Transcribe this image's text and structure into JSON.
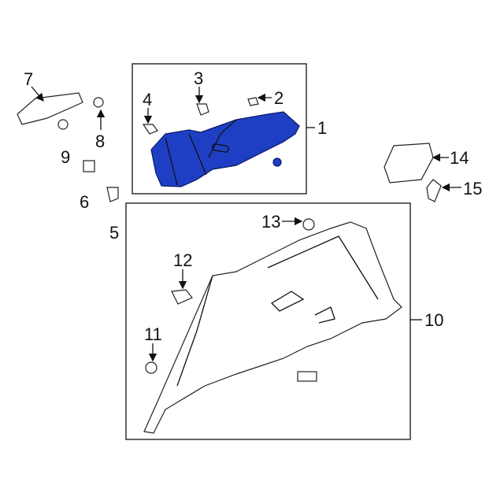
{
  "diagram": {
    "callouts": [
      "1",
      "2",
      "3",
      "4",
      "5",
      "6",
      "7",
      "8",
      "9",
      "10",
      "11",
      "12",
      "13",
      "14",
      "15"
    ],
    "highlight_color": "#1e3fc4"
  }
}
